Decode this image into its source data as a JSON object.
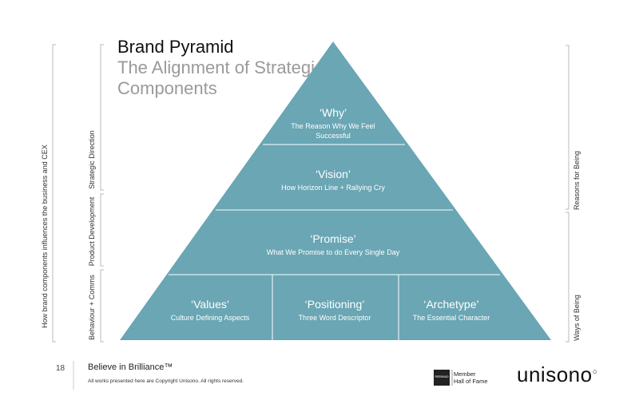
{
  "title": {
    "line1": "Brand Pyramid",
    "line2": "The Alignment of Strategic Components"
  },
  "left_axis": {
    "outer_label": "How brand components influences the business and CEX",
    "sections": [
      "Strategic Direction",
      "Product Development",
      "Behaviour + Comms"
    ]
  },
  "right_axis": {
    "sections": [
      "Reasons for Being",
      "Ways of Being"
    ]
  },
  "pyramid": {
    "color": "#6aa6b4",
    "tiers": [
      {
        "title": "‘Why’",
        "subtitle": "The Reason Why We Feel Successful"
      },
      {
        "title": "‘Vision’",
        "subtitle": "How Horizon Line + Rallying Cry"
      },
      {
        "title": "‘Promise’",
        "subtitle": "What We Promise to do Every Single Day"
      }
    ],
    "base": [
      {
        "title": "‘Values’",
        "subtitle": "Culture Defining Aspects"
      },
      {
        "title": "‘Positioning’",
        "subtitle": "Three Word Descriptor"
      },
      {
        "title": "‘Archetype’",
        "subtitle": "The Essential Character"
      }
    ]
  },
  "footer": {
    "page_number": "18",
    "tagline": "Believe in Brilliance™",
    "copyright": "All works presented here are Copyright Unisono. All rights reserved.",
    "badge_text": "REBRAND",
    "member_line1": "Member",
    "member_line2": "Hall of Fame",
    "logo": "unisono"
  }
}
